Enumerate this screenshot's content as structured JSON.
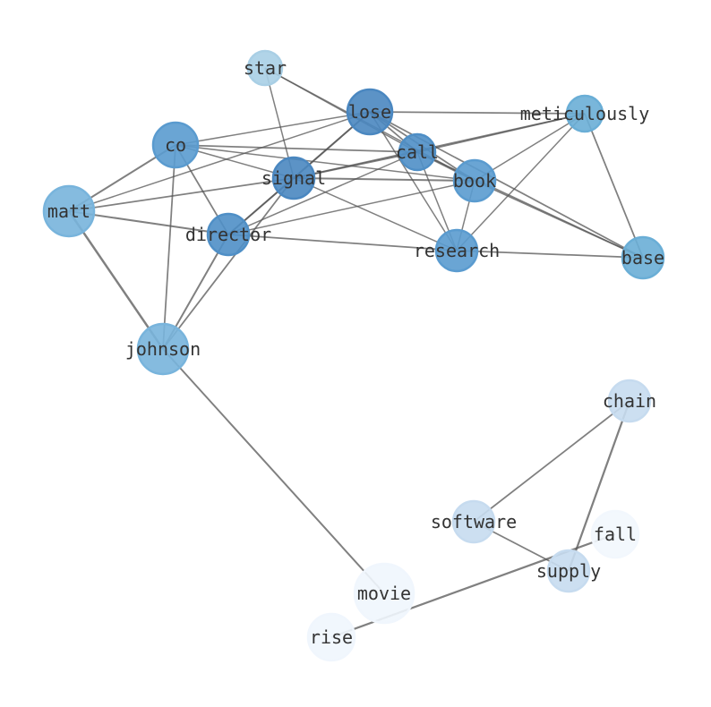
{
  "nodes": [
    {
      "id": "star",
      "label": "star",
      "color": "#a9cfe5"
    },
    {
      "id": "lose",
      "label": "lose",
      "color": "#4a87c0"
    },
    {
      "id": "meticulously",
      "label": "meticulously",
      "color": "#6aaed6"
    },
    {
      "id": "co",
      "label": "co",
      "color": "#5a9bcf"
    },
    {
      "id": "call",
      "label": "call",
      "color": "#4f8fc6"
    },
    {
      "id": "signal",
      "label": "signal",
      "color": "#4a87c0"
    },
    {
      "id": "book",
      "label": "book",
      "color": "#5a9bcf"
    },
    {
      "id": "matt",
      "label": "matt",
      "color": "#78b4dc"
    },
    {
      "id": "director",
      "label": "director",
      "color": "#4f8fc6"
    },
    {
      "id": "research",
      "label": "research",
      "color": "#5a9bcf"
    },
    {
      "id": "base",
      "label": "base",
      "color": "#6aaed6"
    },
    {
      "id": "johnson",
      "label": "johnson",
      "color": "#78b4dc"
    },
    {
      "id": "chain",
      "label": "chain",
      "color": "#c6dbef"
    },
    {
      "id": "software",
      "label": "software",
      "color": "#c6dbef"
    },
    {
      "id": "fall",
      "label": "fall",
      "color": "#f2f7fd"
    },
    {
      "id": "supply",
      "label": "supply",
      "color": "#c6dbef"
    },
    {
      "id": "movie",
      "label": "movie",
      "color": "#f0f6fd"
    },
    {
      "id": "rise",
      "label": "rise",
      "color": "#f0f6fd"
    }
  ],
  "edges": [
    [
      "star",
      "signal",
      1
    ],
    [
      "star",
      "book",
      1
    ],
    [
      "star",
      "call",
      1
    ],
    [
      "lose",
      "co",
      1
    ],
    [
      "lose",
      "matt",
      1
    ],
    [
      "lose",
      "signal",
      2
    ],
    [
      "lose",
      "director",
      1.5
    ],
    [
      "lose",
      "meticulously",
      1.5
    ],
    [
      "lose",
      "call",
      1.5
    ],
    [
      "lose",
      "book",
      1.5
    ],
    [
      "lose",
      "research",
      1
    ],
    [
      "lose",
      "base",
      1.5
    ],
    [
      "co",
      "matt",
      2
    ],
    [
      "co",
      "call",
      1.5
    ],
    [
      "co",
      "book",
      1
    ],
    [
      "co",
      "signal",
      1
    ],
    [
      "co",
      "director",
      1.5
    ],
    [
      "co",
      "johnson",
      1.5
    ],
    [
      "signal",
      "matt",
      1.5
    ],
    [
      "signal",
      "book",
      2
    ],
    [
      "signal",
      "call",
      2
    ],
    [
      "signal",
      "meticulously",
      1.5
    ],
    [
      "signal",
      "research",
      1
    ],
    [
      "signal",
      "director",
      2
    ],
    [
      "signal",
      "johnson",
      1.5
    ],
    [
      "call",
      "director",
      1
    ],
    [
      "call",
      "meticulously",
      1.5
    ],
    [
      "call",
      "research",
      1
    ],
    [
      "call",
      "base",
      1
    ],
    [
      "call",
      "book",
      1.5
    ],
    [
      "book",
      "director",
      1
    ],
    [
      "book",
      "research",
      1
    ],
    [
      "book",
      "meticulously",
      1
    ],
    [
      "book",
      "base",
      1.5
    ],
    [
      "meticulously",
      "research",
      1
    ],
    [
      "meticulously",
      "base",
      1.5
    ],
    [
      "matt",
      "director",
      2
    ],
    [
      "matt",
      "johnson",
      3
    ],
    [
      "director",
      "research",
      1.5
    ],
    [
      "director",
      "johnson",
      2
    ],
    [
      "research",
      "base",
      1.5
    ],
    [
      "johnson",
      "movie",
      2
    ],
    [
      "chain",
      "software",
      1.5
    ],
    [
      "chain",
      "supply",
      2.5
    ],
    [
      "software",
      "supply",
      1.5
    ],
    [
      "rise",
      "fall",
      2.5
    ]
  ]
}
